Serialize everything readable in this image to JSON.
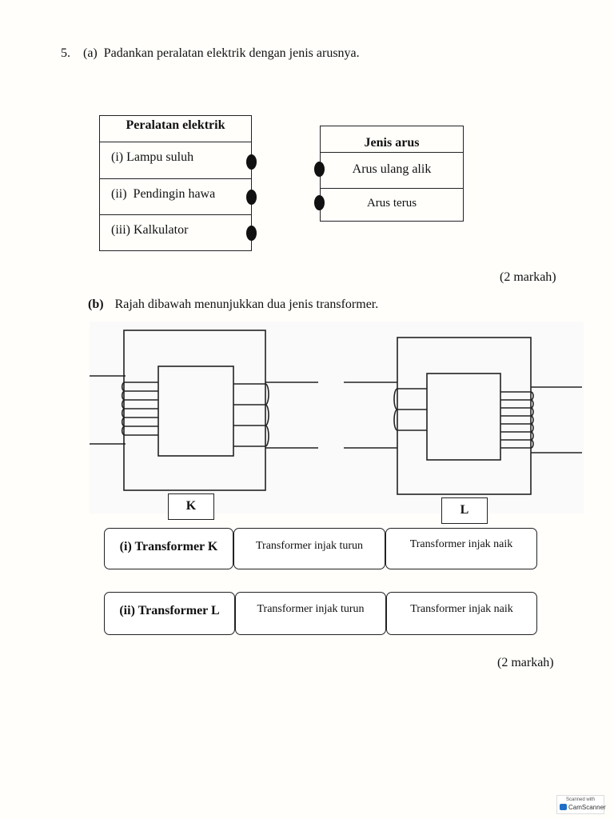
{
  "question": {
    "number": "5.",
    "part_a_label": "(a)",
    "part_a_text": "Padankan peralatan elektrik dengan jenis arusnya."
  },
  "devices_table": {
    "header": "Peralatan elektrik",
    "items": [
      "(i) Lampu suluh",
      "(ii)  Pendingin hawa",
      "(iii) Kalkulator"
    ]
  },
  "current_table": {
    "header": "Jenis arus",
    "items": [
      "Arus ulang alik",
      "Arus terus"
    ]
  },
  "marks_a": "(2 markah)",
  "part_b": {
    "label": "(b)",
    "text": "Rajah dibawah menunjukkan dua jenis transformer."
  },
  "figure": {
    "label_k": "K",
    "label_l": "L"
  },
  "options": [
    {
      "question": "(i) Transformer K",
      "choices": [
        "Transformer injak turun",
        "Transformer injak naik"
      ]
    },
    {
      "question": "(ii) Transformer L",
      "choices": [
        "Transformer injak turun",
        "Transformer injak naik"
      ]
    }
  ],
  "marks_b": "(2 markah)",
  "watermark": {
    "line1": "Scanned with",
    "line2": "CamScanner"
  }
}
